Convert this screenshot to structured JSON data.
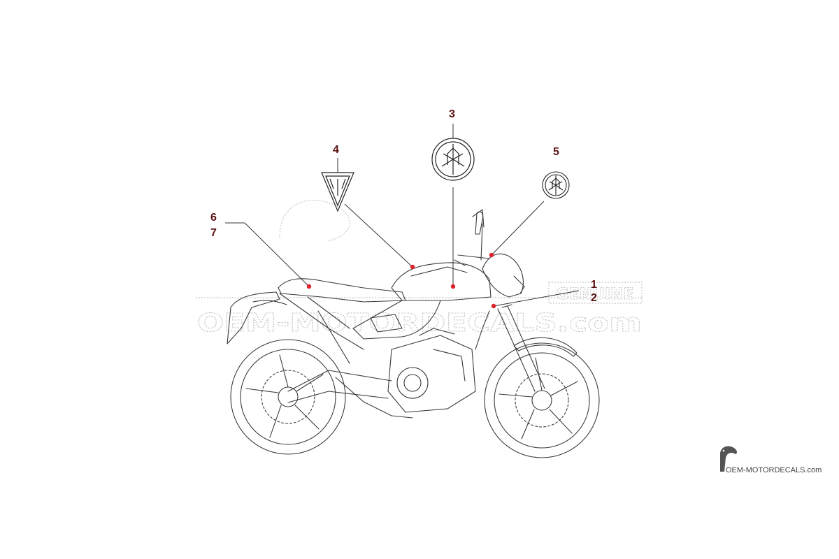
{
  "watermark": {
    "site": "OEM-MOTORDECALS.com",
    "badge": "GENUINE"
  },
  "logo": {
    "brand": "OEM-MOTORDECALS.com",
    "icon": "toucan-icon"
  },
  "callouts": [
    {
      "id": "c1",
      "label": "1"
    },
    {
      "id": "c2",
      "label": "2"
    },
    {
      "id": "c3",
      "label": "3"
    },
    {
      "id": "c4",
      "label": "4"
    },
    {
      "id": "c5",
      "label": "5"
    },
    {
      "id": "c6",
      "label": "6"
    },
    {
      "id": "c7",
      "label": "7"
    }
  ],
  "colors": {
    "callout_text": "#5a1010",
    "marker": "#e0202a",
    "line": "#333333",
    "watermark": "#c8c8c8"
  },
  "icons": [
    "tuning-fork-emblem-icon",
    "chevron-emblem-icon",
    "toucan-icon"
  ]
}
